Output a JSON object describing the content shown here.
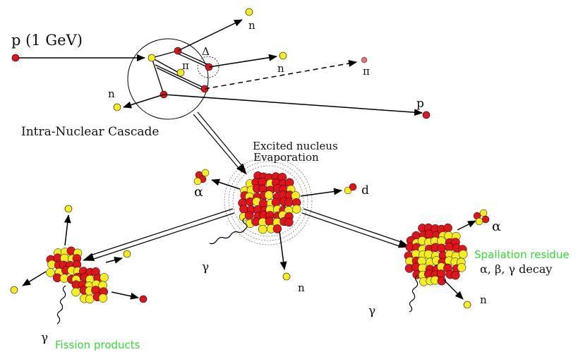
{
  "labels": {
    "proton_in": "p (1 GeV)",
    "n_top": "n",
    "delta": "Δ",
    "pi_small": "π",
    "n_mid": "n",
    "pi_out": "π",
    "n_left": "n",
    "p_out": "p",
    "inc": "Intra-Nuclear Cascade",
    "excited": "Excited nucleus",
    "evaporation": "Evaporation",
    "alpha_center": "α",
    "d": "d",
    "gamma_center": "γ",
    "n_center": "n",
    "alpha_right": "α",
    "spallation": "Spallation residue",
    "decay": "α, β, γ   decay",
    "n_right": "n",
    "gamma_right": "γ",
    "gamma_fission": "γ",
    "fission": "Fission products"
  },
  "colors": {
    "red": "#e0141c",
    "yellow": "#f4ee1e",
    "green_text": "#33dd33",
    "pion": "#e87070",
    "line": "#000000"
  }
}
